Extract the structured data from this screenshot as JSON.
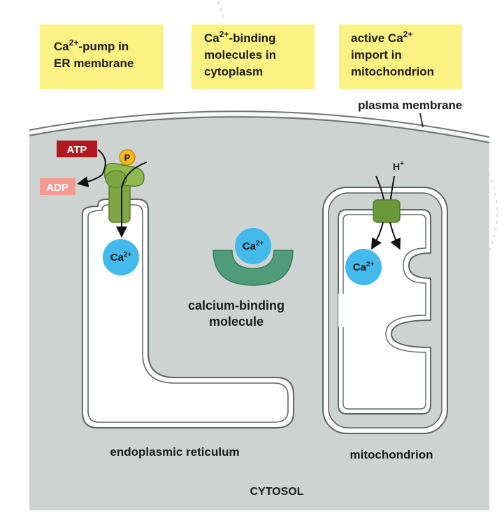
{
  "headers": [
    {
      "lines": [
        {
          "pre": "Ca",
          "sup": "2+",
          "post": "-pump in"
        },
        {
          "pre": "ER membrane",
          "sup": "",
          "post": ""
        }
      ]
    },
    {
      "lines": [
        {
          "pre": "Ca",
          "sup": "2+",
          "post": "-binding"
        },
        {
          "pre": "molecules in",
          "sup": "",
          "post": ""
        },
        {
          "pre": "cytoplasm",
          "sup": "",
          "post": ""
        }
      ]
    },
    {
      "lines": [
        {
          "pre": "active Ca",
          "sup": "2+",
          "post": ""
        },
        {
          "pre": "import in",
          "sup": "",
          "post": ""
        },
        {
          "pre": "mitochondrion",
          "sup": "",
          "post": ""
        }
      ]
    }
  ],
  "labels": {
    "plasma_membrane": "plasma membrane",
    "atp": "ATP",
    "adp": "ADP",
    "phosphate": "P",
    "proton_base": "H",
    "proton_sup": "+",
    "ca_base": "Ca",
    "ca_sup": "2+",
    "binding_line1": "calcium-binding",
    "binding_line2": "molecule",
    "er": "endoplasmic reticulum",
    "mito": "mitochondrion",
    "cytosol": "CYTOSOL"
  },
  "colors": {
    "cytosol": "#cdd3d0",
    "header_box": "#fbf283",
    "atp_box": "#b01a1f",
    "adp_box": "#f59a91",
    "pump": "#7ea743",
    "pump_dark": "#557d2c",
    "phosphate": "#f3b819",
    "calcium": "#43b9ec",
    "binding_molecule": "#4f9b7a",
    "mito_channel": "#6a9a38"
  }
}
